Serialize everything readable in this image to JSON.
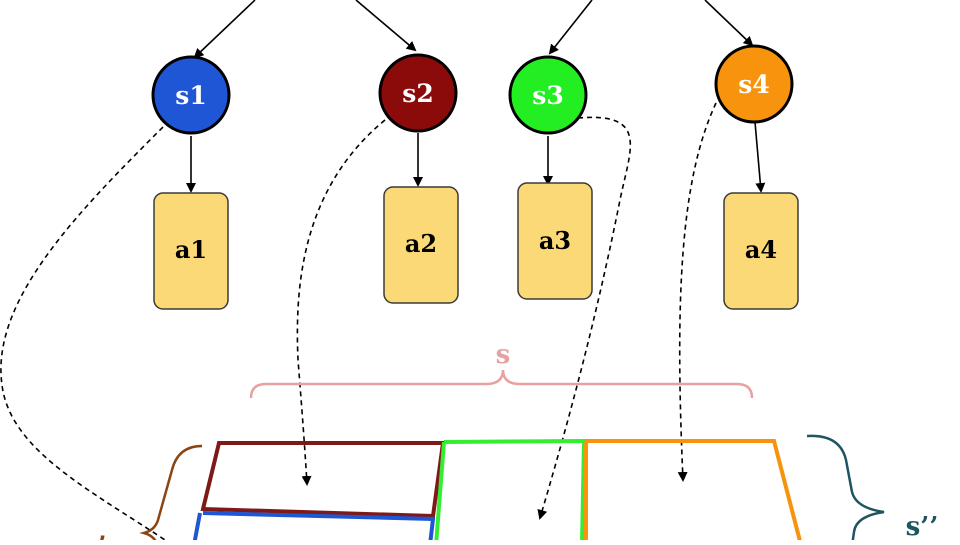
{
  "states": [
    {
      "id": "s1",
      "label": "s1",
      "color": "#1f56d6"
    },
    {
      "id": "s2",
      "label": "s2",
      "color": "#8b0a0a"
    },
    {
      "id": "s3",
      "label": "s3",
      "color": "#22ee22"
    },
    {
      "id": "s4",
      "label": "s4",
      "color": "#f7930d"
    }
  ],
  "actions": [
    {
      "id": "a1",
      "label": "a1"
    },
    {
      "id": "a2",
      "label": "a2"
    },
    {
      "id": "a3",
      "label": "a3"
    },
    {
      "id": "a4",
      "label": "a4"
    }
  ],
  "braces": {
    "s": {
      "label": "s",
      "color": "#e8a0a0"
    },
    "s_prime": {
      "label": "s’",
      "color": "#8b4513"
    },
    "s_double_prime": {
      "label": "s’’",
      "color": "#1e5561"
    }
  },
  "colors": {
    "action_fill": "#fbd977",
    "action_stroke": "#3a3a3a",
    "arrow": "#000000",
    "state_text": "#ffffff"
  }
}
